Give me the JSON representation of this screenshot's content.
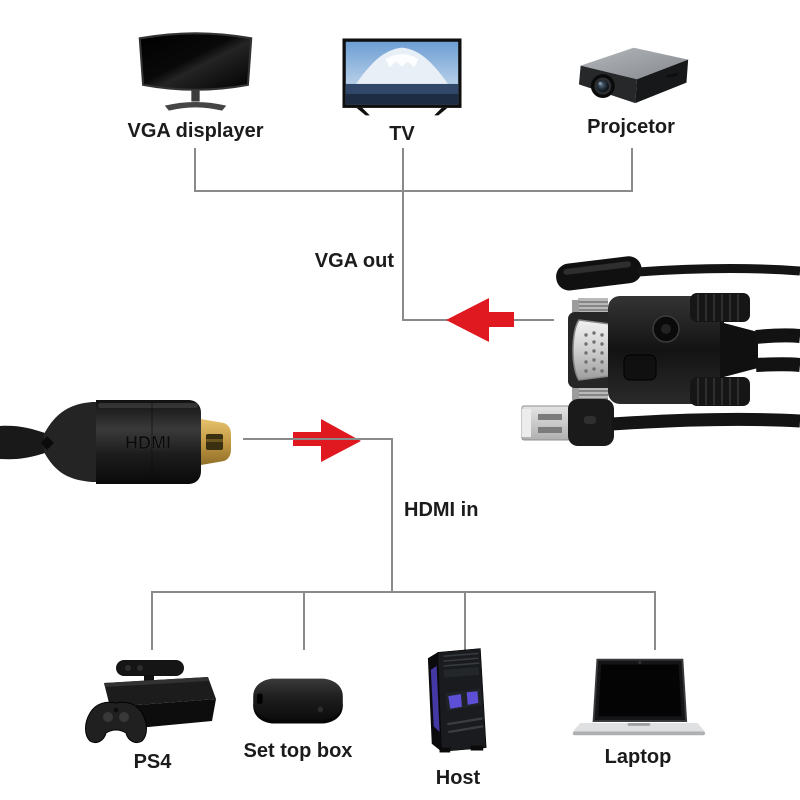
{
  "colors": {
    "background": "#ffffff",
    "line": "#8a8a8a",
    "arrow_red": "#e0181f",
    "label_text": "#1b1b1b"
  },
  "top_group": {
    "port_label": "VGA out",
    "devices": [
      {
        "label": "VGA displayer",
        "icon": "curved-monitor-icon"
      },
      {
        "label": "TV",
        "icon": "tv-icon"
      },
      {
        "label": "Projcetor",
        "icon": "projector-icon"
      }
    ]
  },
  "bottom_group": {
    "port_label": "HDMI in",
    "devices": [
      {
        "label": "PS4",
        "icon": "ps4-console-icon"
      },
      {
        "label": "Set top box",
        "icon": "set-top-box-icon"
      },
      {
        "label": "Host",
        "icon": "pc-tower-icon"
      },
      {
        "label": "Laptop",
        "icon": "laptop-icon"
      }
    ]
  },
  "cable": {
    "hdmi_plug_label": "HDMI",
    "ends": [
      {
        "icon": "hdmi-connector-photo"
      },
      {
        "icon": "vga-connector-photo"
      }
    ]
  }
}
